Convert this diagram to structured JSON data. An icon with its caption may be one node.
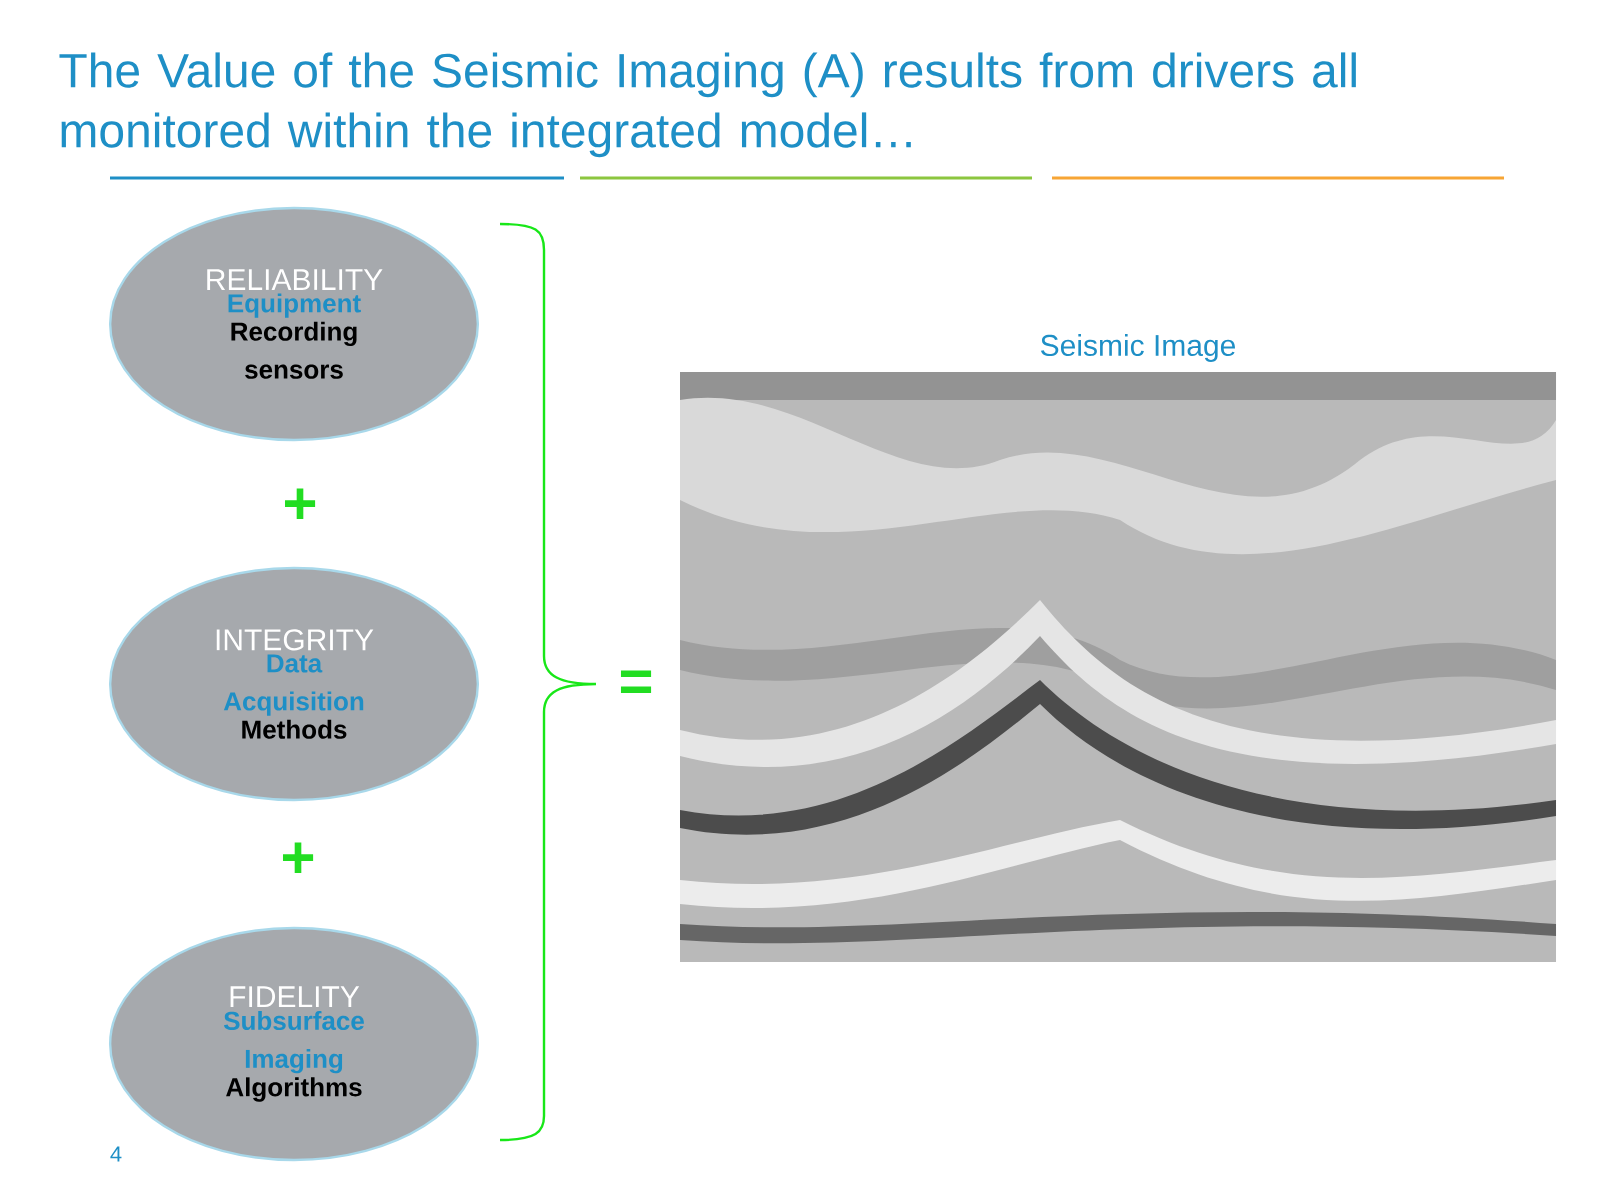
{
  "diagram": {
    "title": "The Value of the Seismic Imaging (A) results from drivers all monitored within the integrated model…",
    "nodes": [
      {
        "text": [
          "RELIABILITY",
          "Equipment",
          "Recording sensors"
        ]
      },
      {
        "text": [
          "INTEGRITY",
          "Data Acquisition",
          "Methods"
        ]
      },
      {
        "text": [
          "FIDELITY",
          "Subsurface Imaging",
          "Algorithms"
        ]
      }
    ],
    "labels": [
      "+",
      "+",
      "=",
      "Seismic Image",
      "4"
    ]
  }
}
